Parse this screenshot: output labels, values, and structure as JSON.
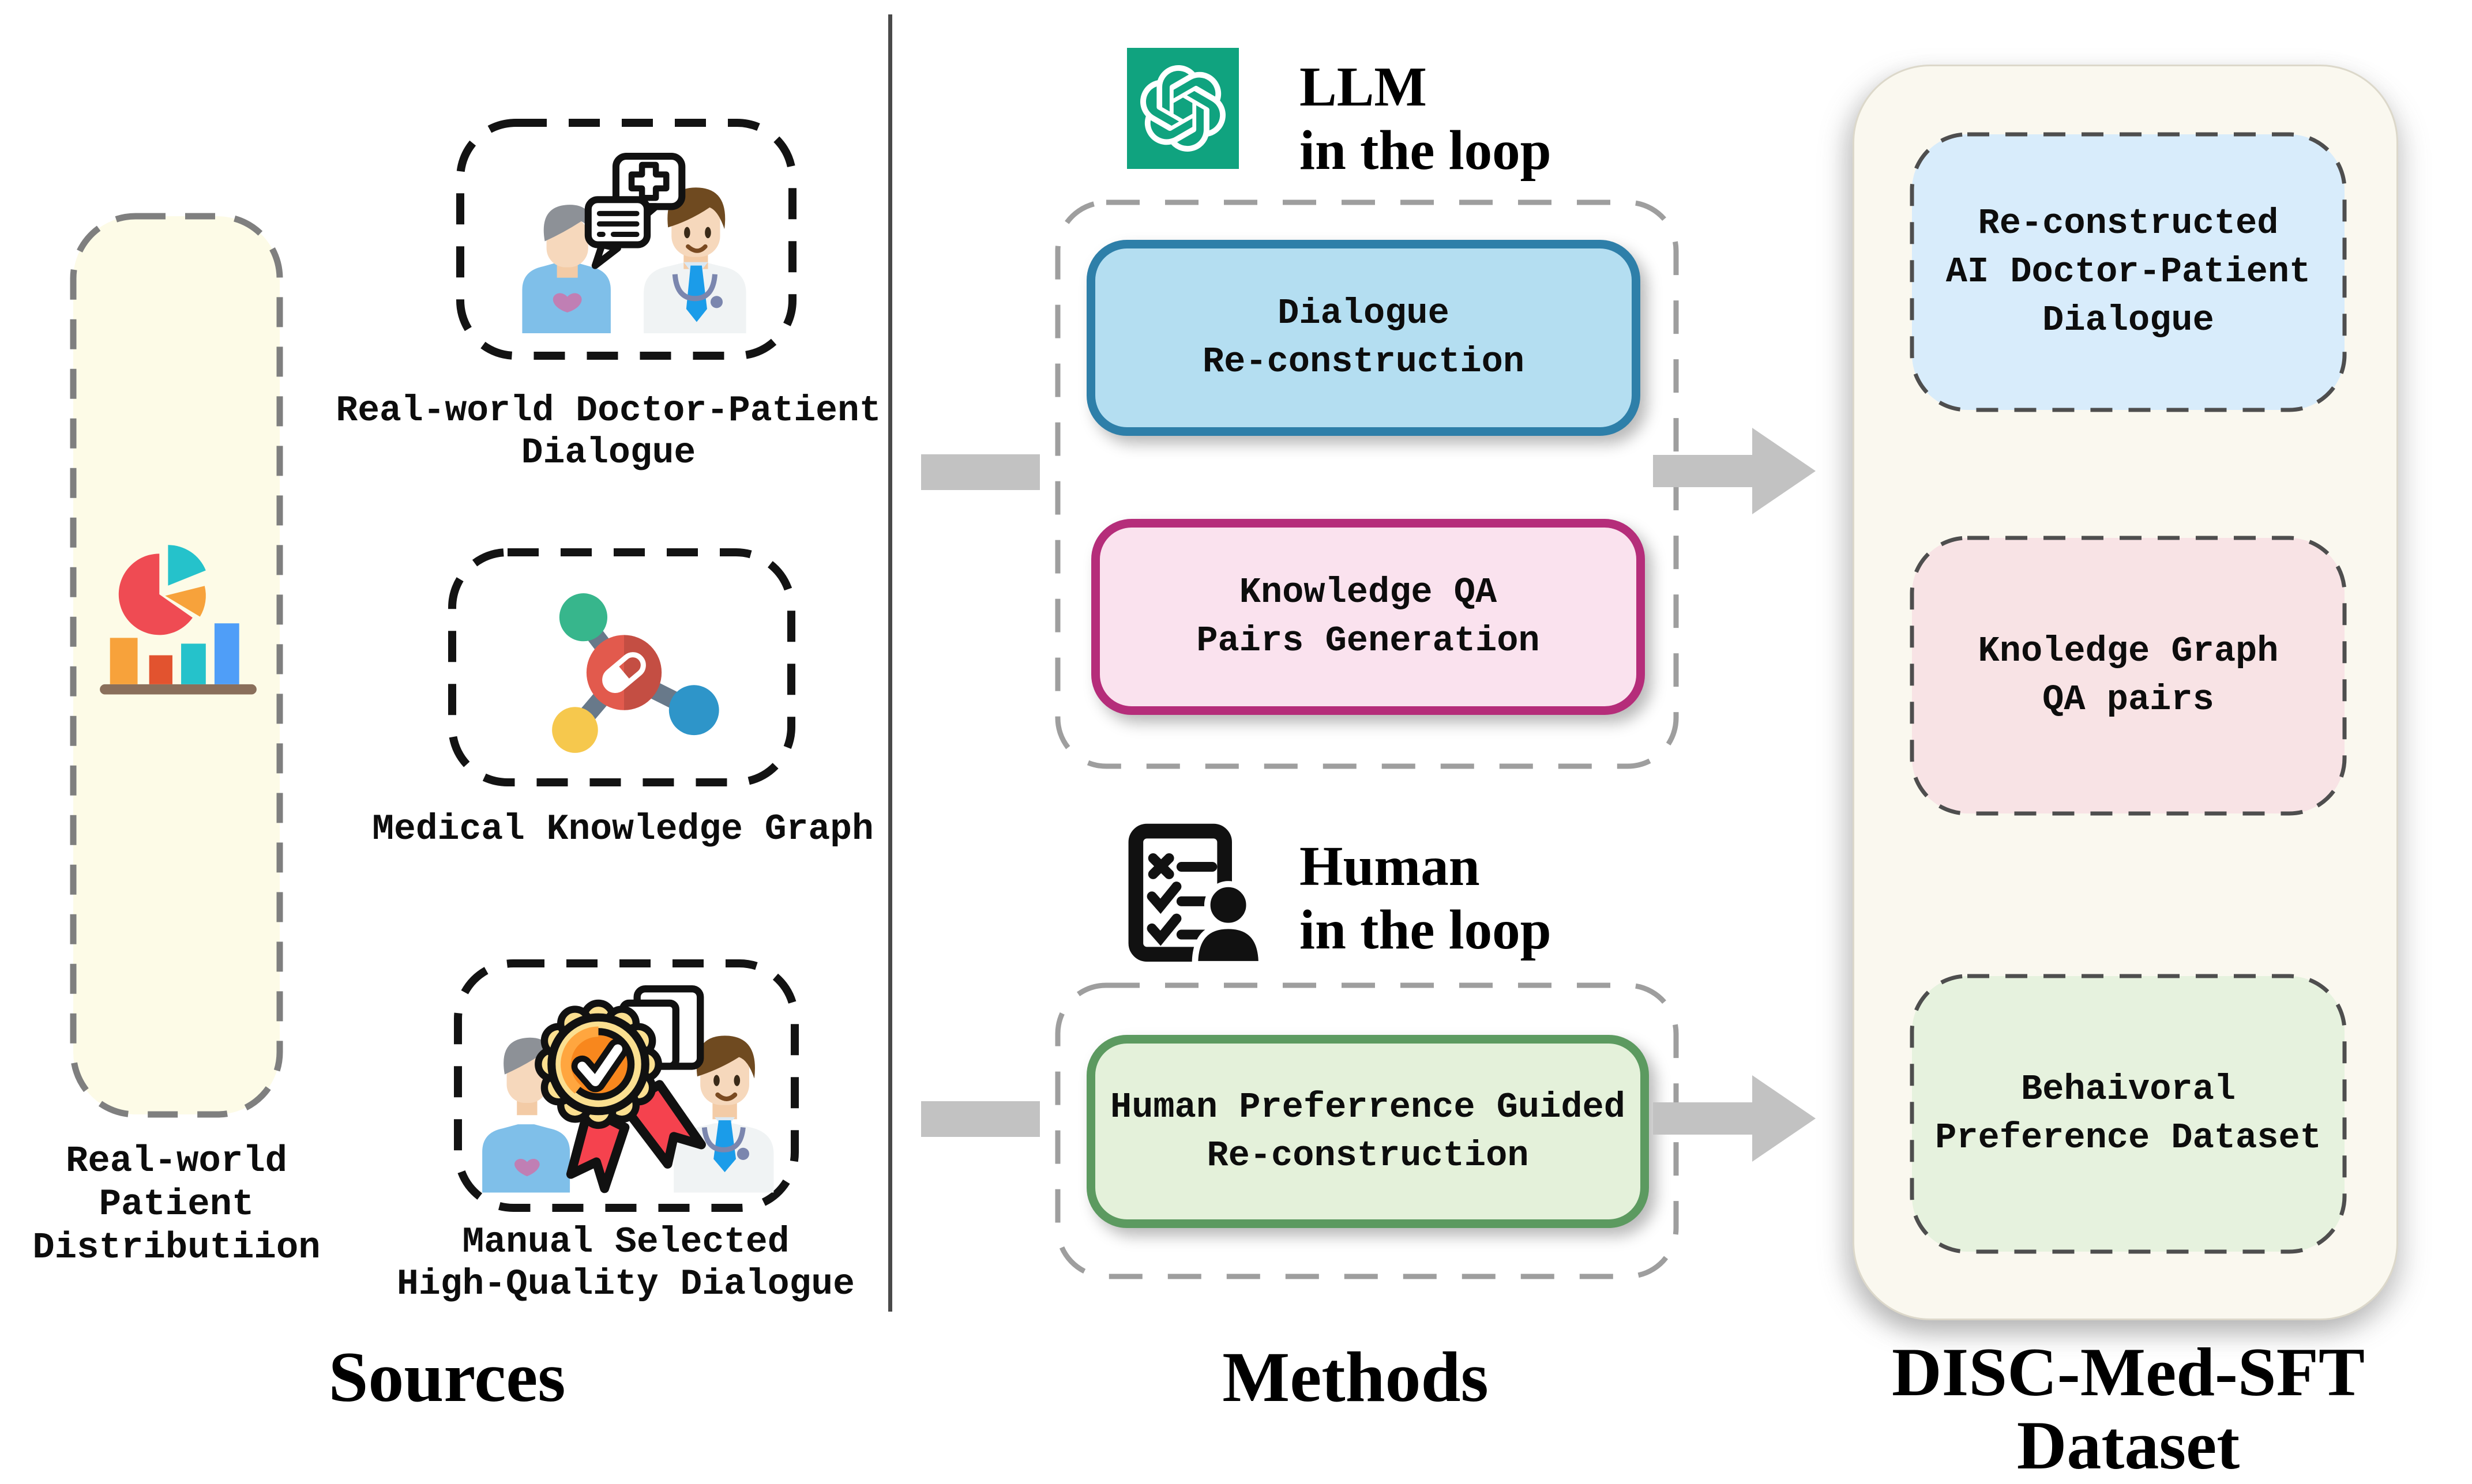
{
  "titles": {
    "sources": "Sources",
    "methods": "Methods",
    "dataset": "DISC-Med-SFT\nDataset"
  },
  "sources": {
    "patient_distribution_label": "Real-world\nPatient\nDistributiion",
    "distribution_icon": "pie-bar-chart-icon",
    "items": [
      {
        "label": "Real-world Doctor-Patient\nDialogue",
        "icon": "doctor-patient-chat-icon"
      },
      {
        "label": "Medical Knowledge Graph",
        "icon": "medical-knowledge-graph-icon"
      },
      {
        "label": "Manual Selected\nHigh-Quality Dialogue",
        "icon": "award-badge-icon"
      }
    ]
  },
  "methods": {
    "llm": {
      "caption": "LLM\nin the loop",
      "icon": "openai-logo-icon",
      "boxes": [
        {
          "label": "Dialogue\nRe-construction",
          "fill": "#b4def1",
          "border": "#2e7fa9"
        },
        {
          "label": "Knowledge QA\nPairs Generation",
          "fill": "#fae2ee",
          "border": "#b52d7a"
        }
      ]
    },
    "human": {
      "caption": "Human\nin the loop",
      "icon": "human-checklist-icon",
      "boxes": [
        {
          "label": "Human Preferrence Guided\nRe-construction",
          "fill": "#e4f1da",
          "border": "#5c9a60"
        }
      ]
    }
  },
  "dataset": {
    "boxes": [
      {
        "label": "Re-constructed\nAI Doctor-Patient\nDialogue",
        "fill": "#d8ecfb"
      },
      {
        "label": "Knoledge Graph\nQA pairs",
        "fill": "#f8e3e5"
      },
      {
        "label": "Behaivoral\nPreference Dataset",
        "fill": "#e6f2de"
      }
    ]
  },
  "colors": {
    "source_panel_fill": "#fdfbe7",
    "dataset_panel_fill": "#faf8ef",
    "arrow_gray": "#c2c2c2",
    "openai_green": "#10a37f",
    "divider": "#4a4a4a",
    "source_dash_border": "#131313",
    "methods_dash_border": "#9e9e9e",
    "dataset_dash_border": "#4e4e4e"
  }
}
